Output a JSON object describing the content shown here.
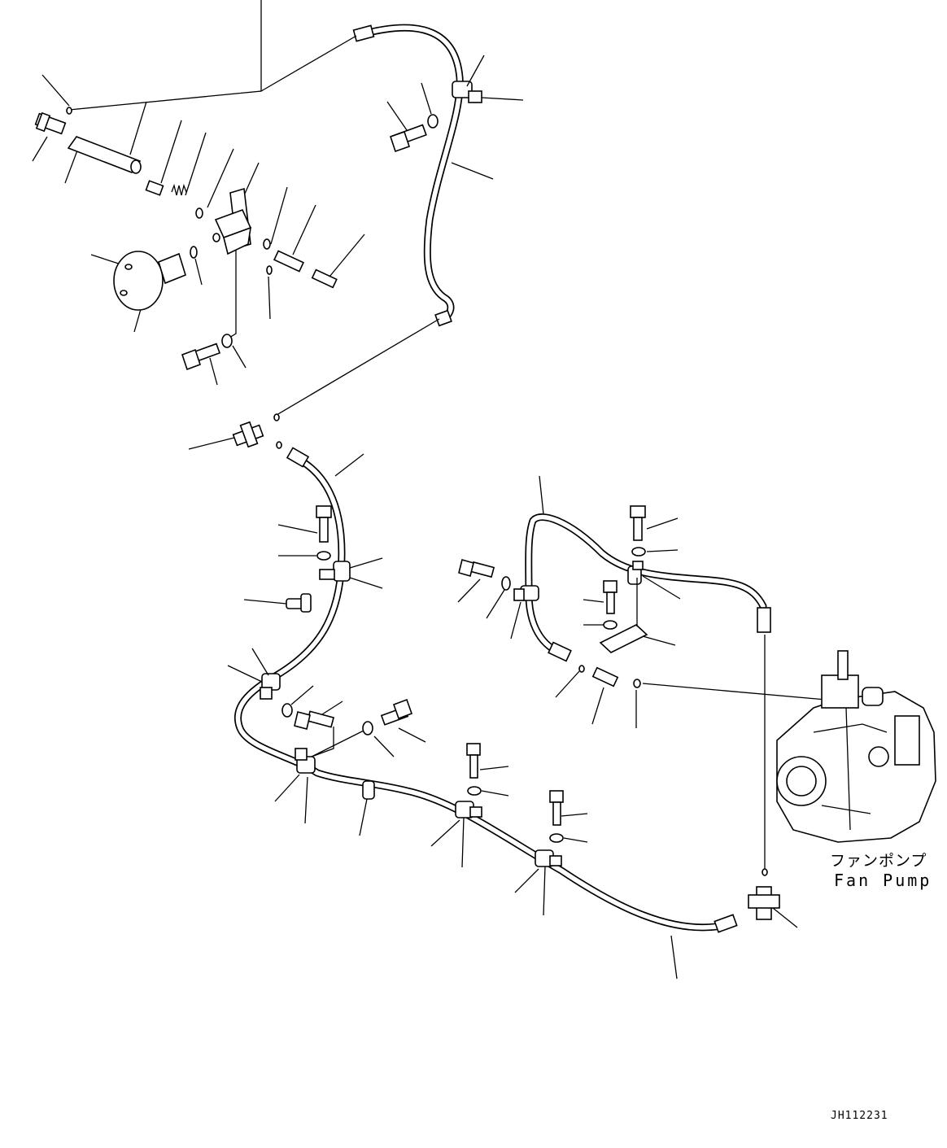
{
  "labels": {
    "fan_pump_jp": "ファンポンプ",
    "fan_pump_en": "Fan Pump",
    "drawing_id": "JH112231"
  }
}
